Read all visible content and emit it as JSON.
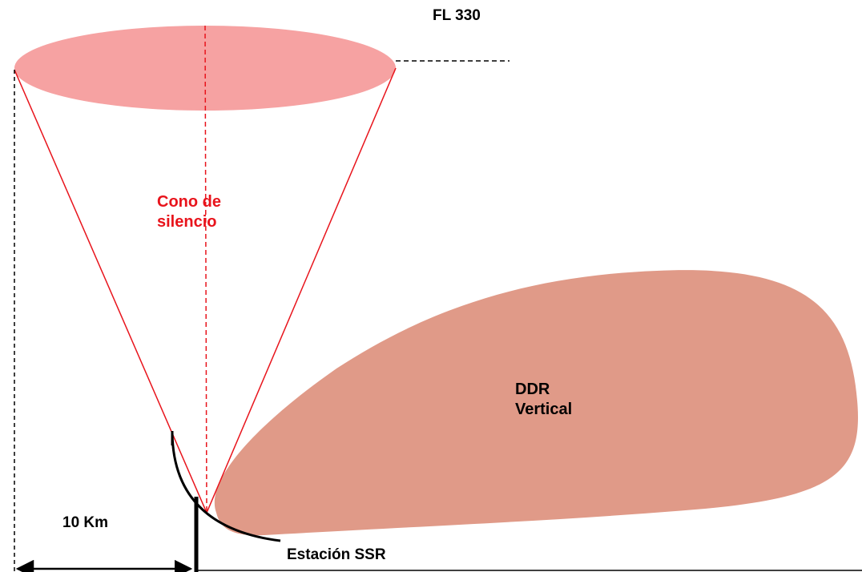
{
  "labels": {
    "flight_level": "FL 330",
    "cone_line1": "Cono de",
    "cone_line2": "silencio",
    "ddr_line1": "DDR",
    "ddr_line2": "Vertical",
    "distance": "10 Km",
    "station": "Estación SSR"
  },
  "colors": {
    "cone_top": "#f6a2a2",
    "cone_lines": "#e8141c",
    "cone_text": "#e8141c",
    "ddr_lobe": "#e09a88",
    "ground": "#000000"
  }
}
